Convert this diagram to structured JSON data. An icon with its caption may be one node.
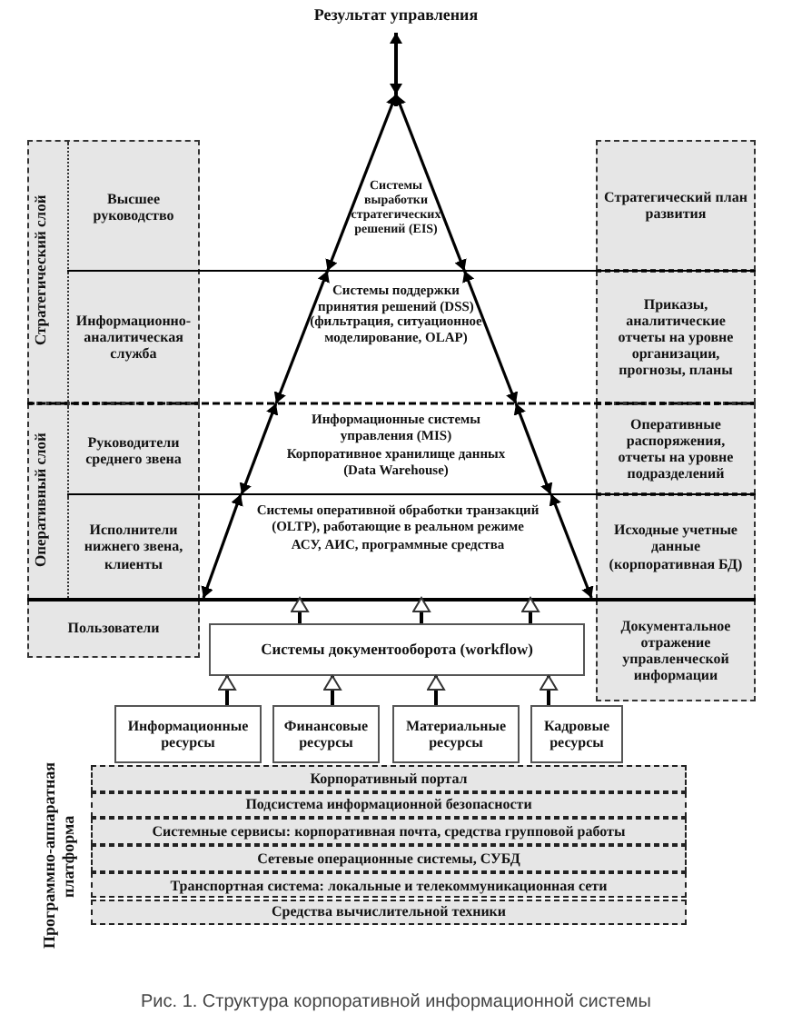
{
  "diagram": {
    "caption": "Рис. 1. Структура корпоративной информационной системы",
    "nodes": [
      {
        "text": [
          "Результат управления"
        ]
      },
      {
        "text": [
          "Системы выработки стратегических решений (EIS)"
        ]
      },
      {
        "text": [
          "Системы поддержки принятия решений (DSS) (фильтрация, ситуационное моделирование, OLAP)"
        ]
      },
      {
        "text": [
          "Информационные системы управления (MIS)",
          "Корпоративное хранилище данных (Data Warehouse)"
        ]
      },
      {
        "text": [
          "Системы оперативной обработки транзакций (OLTP), работающие в реальном режиме",
          "АСУ, АИС, программные средства"
        ]
      },
      {
        "text": [
          "Стратегический слой"
        ]
      },
      {
        "text": [
          "Высшее руководство"
        ],
        "in": 5
      },
      {
        "text": [
          "Информационно-аналитическая служба"
        ],
        "in": 5
      },
      {
        "text": [
          "Оперативный слой"
        ]
      },
      {
        "text": [
          "Руководители среднего звена"
        ],
        "in": 8
      },
      {
        "text": [
          "Исполнители нижнего звена, клиенты"
        ],
        "in": 8
      },
      {
        "text": [
          "Пользователи"
        ]
      },
      {
        "text": [
          "Стратегический план развития"
        ]
      },
      {
        "text": [
          "Приказы, аналитические отчеты на уровне организации, прогнозы, планы"
        ]
      },
      {
        "text": [
          "Оперативные распоряжения, отчеты на уровне подразделений"
        ]
      },
      {
        "text": [
          "Исходные учетные данные (корпоративная БД)"
        ]
      },
      {
        "text": [
          "Документальное отражение управленческой информации"
        ]
      },
      {
        "text": [
          "Системы документооборота (workflow)"
        ]
      },
      {
        "text": [
          "Информационные ресурсы"
        ]
      },
      {
        "text": [
          "Финансовые ресурсы"
        ]
      },
      {
        "text": [
          "Материальные ресурсы"
        ]
      },
      {
        "text": [
          "Кадровые ресурсы"
        ]
      },
      {
        "text": [
          "Программно-аппаратная платформа"
        ]
      },
      {
        "text": [
          "Корпоративный портал"
        ],
        "in": 22
      },
      {
        "text": [
          "Подсистема информационной безопасности"
        ],
        "in": 22
      },
      {
        "text": [
          "Системные сервисы: корпоративная почта, средства групповой работы"
        ],
        "in": 22
      },
      {
        "text": [
          "Сетевые операционные системы, СУБД"
        ],
        "in": 22
      },
      {
        "text": [
          "Транспортная система: локальные и телекоммуникационная сети"
        ],
        "in": 22
      },
      {
        "text": [
          "Средства вычислительной техники"
        ],
        "in": 22
      }
    ],
    "edges": [
      {
        "from": 1,
        "to": 0,
        "arrow": "both"
      },
      {
        "from": 17,
        "to": 4,
        "arrow": "to"
      },
      {
        "from": 17,
        "to": 4,
        "arrow": "to"
      },
      {
        "from": 17,
        "to": 4,
        "arrow": "to"
      },
      {
        "from": 18,
        "to": 17,
        "arrow": "to"
      },
      {
        "from": 19,
        "to": 17,
        "arrow": "to"
      },
      {
        "from": 20,
        "to": 17,
        "arrow": "to"
      },
      {
        "from": 21,
        "to": 17,
        "arrow": "to"
      }
    ]
  }
}
